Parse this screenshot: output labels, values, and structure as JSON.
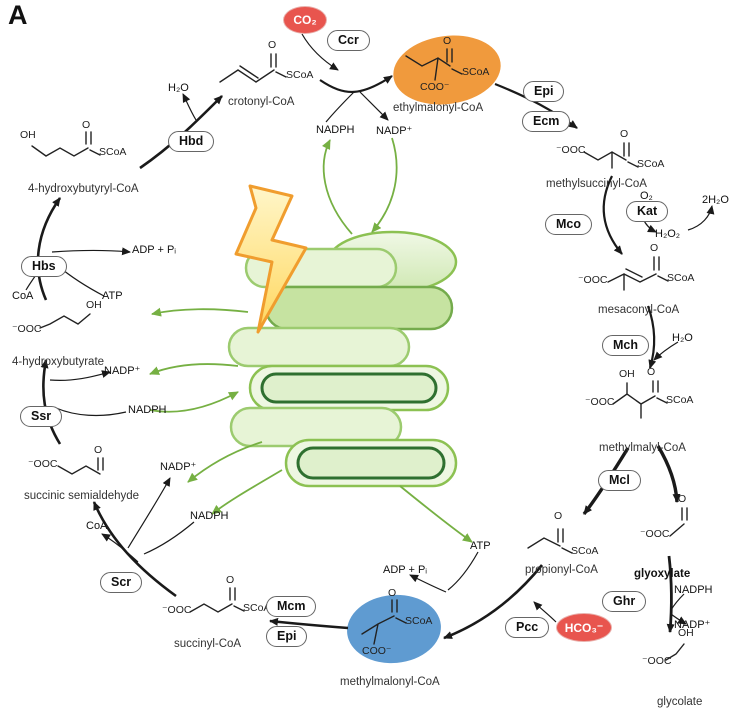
{
  "panel": {
    "label": "A"
  },
  "inputs": {
    "co2": "CO₂",
    "hco3": "HCO₃⁻"
  },
  "enzymes": {
    "ccr": "Ccr",
    "epi_top": "Epi",
    "ecm": "Ecm",
    "kat": "Kat",
    "mco": "Mco",
    "mch": "Mch",
    "mcl": "Mcl",
    "ghr": "Ghr",
    "pcc": "Pcc",
    "mcm": "Mcm",
    "epi_bottom": "Epi",
    "scr": "Scr",
    "ssr": "Ssr",
    "hbs": "Hbs",
    "hbd": "Hbd"
  },
  "metabolites": {
    "crotonyl_coa": "crotonyl-CoA",
    "ethylmalonyl_coa": "ethylmalonyl-CoA",
    "methylsuccinyl_coa": "methylsuccinyl-CoA",
    "mesaconyl_coa": "mesaconyl-CoA",
    "methylmalyl_coa": "methylmalyl-CoA",
    "glyoxylate": "glyoxylate",
    "glycolate": "glycolate",
    "propionyl_coa": "propionyl-CoA",
    "methylmalonyl_coa": "methylmalonyl-CoA",
    "succinyl_coa": "succinyl-CoA",
    "succinic_semialdehyde": "succinic semialdehyde",
    "hydroxybutyrate_4": "4-hydroxybutyrate",
    "hydroxybutyryl_coa_4": "4-hydroxybutyryl-CoA"
  },
  "cofactors": {
    "nadph": "NADPH",
    "nadp": "NADP⁺",
    "atp": "ATP",
    "adp_pi": "ADP + Pᵢ",
    "coa": "CoA",
    "h2o": "H₂O",
    "o2": "O₂",
    "h2o2": "H₂O₂",
    "two_h2o": "2H₂O"
  },
  "atoms": {
    "scoa": "SCoA",
    "o": "O",
    "oh": "OH",
    "coo_minus": "COO⁻",
    "ooc_minus": "⁻OOC"
  },
  "colors": {
    "co2_badge": "#e8554e",
    "hco3_badge": "#e8554e",
    "ethylmalonyl_highlight": "#f09a3d",
    "methylmalonyl_highlight": "#5f9bd1",
    "energy_arrow_green": "#76b043",
    "membrane_green": "#8cc152",
    "membrane_dark_green": "#2f7030",
    "bolt_yellow": "#ffd75e",
    "bolt_outline": "#f09d2e"
  }
}
